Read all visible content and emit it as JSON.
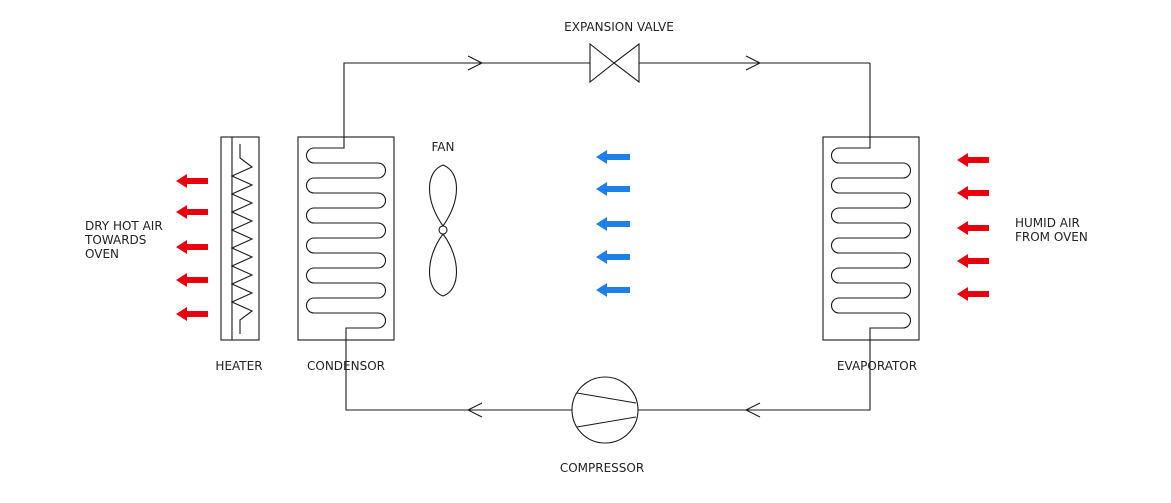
{
  "labels": {
    "expansion_valve": "EXPANSION VALVE",
    "fan": "FAN",
    "heater": "HEATER",
    "condensor": "CONDENSOR",
    "evaporator": "EVAPORATOR",
    "compressor": "COMPRESSOR",
    "dry_hot_air": [
      "DRY HOT AIR",
      "TOWARDS",
      "OVEN"
    ],
    "humid_air": [
      "HUMID AIR",
      "FROM OVEN"
    ]
  },
  "colors": {
    "hot_air_arrow": "#e8000f",
    "internal_air_arrow": "#1e7fe6",
    "line": "#1a1a1a"
  },
  "icons": {
    "valve": "expansion-valve-icon",
    "fan": "fan-icon",
    "compressor": "compressor-icon",
    "heater": "heater-coil-icon"
  }
}
